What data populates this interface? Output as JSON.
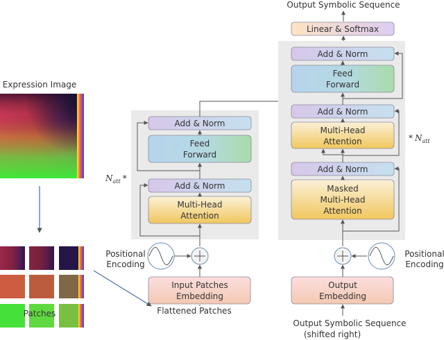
{
  "labels": {
    "expression_image": "Expression Image",
    "patches": "Patches",
    "flattened_patches": "Flattened Patches",
    "output_sequence_top": "Output Symbolic Sequence",
    "output_sequence_bottom_line1": "Output Symbolic Sequence",
    "output_sequence_bottom_line2": "(shifted right)",
    "positional_left_line1": "Positional",
    "positional_left_line2": "Encoding",
    "positional_right_line1": "Positional",
    "positional_right_line2": "Encoding",
    "natt_left": "N",
    "natt_left_sub": "att",
    "natt_left_star": "*",
    "natt_right_star": "*",
    "natt_right": "N",
    "natt_right_sub": "att"
  },
  "encoder": {
    "add_norm_top": "Add & Norm",
    "feed_forward_line1": "Feed",
    "feed_forward_line2": "Forward",
    "add_norm_bottom": "Add & Norm",
    "attention_line1": "Multi-Head",
    "attention_line2": "Attention",
    "embedding_line1": "Input Patches",
    "embedding_line2": "Embedding"
  },
  "decoder": {
    "linear_softmax": "Linear & Softmax",
    "add_norm_top": "Add & Norm",
    "feed_forward_line1": "Feed",
    "feed_forward_line2": "Forward",
    "add_norm_mid": "Add & Norm",
    "cross_attention_line1": "Multi-Head",
    "cross_attention_line2": "Attention",
    "add_norm_bottom": "Add & Norm",
    "masked_attention_line1": "Masked",
    "masked_attention_line2": "Multi-Head",
    "masked_attention_line3": "Attention",
    "embedding_line1": "Output",
    "embedding_line2": "Embedding"
  },
  "colors": {
    "add_norm_left": "#d7c7ea",
    "add_norm_right": "#c5e0ef",
    "feed_forward_left": "#b7d4ee",
    "feed_forward_right": "#a9dcaa",
    "attention_top": "#fbf0d7",
    "attention_bottom": "#f1c75e",
    "embedding_top": "#fcdede",
    "embedding_bottom": "#f3c9b3",
    "linear_left": "#fde3c5",
    "linear_right": "#dccdf2",
    "block_background": "#eaeaea",
    "arrow": "#555555"
  }
}
